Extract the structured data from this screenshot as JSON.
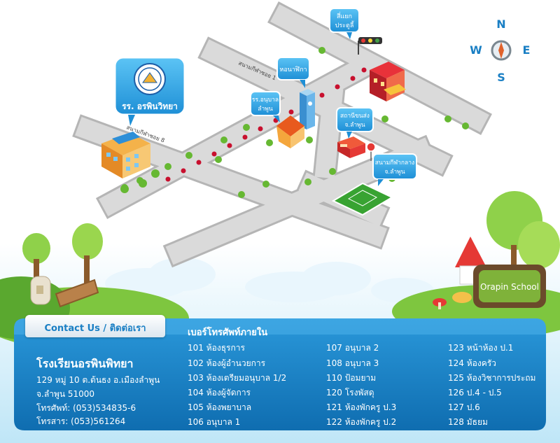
{
  "map": {
    "school_label": "รร. อรพินวิทยา",
    "road_top_label": "สนามกีฬาซอย 1",
    "road_left_label": "สนามกีฬาซอย 8",
    "callouts": [
      {
        "id": "intersection",
        "line1": "สี่แยก",
        "line2": "ประตูลี้"
      },
      {
        "id": "hall",
        "line1": "หอนาฬิกา",
        "line2": ""
      },
      {
        "id": "kindergarten",
        "line1": "รร.อนุบาล",
        "line2": "ลำพูน"
      },
      {
        "id": "bus-station",
        "line1": "สถานีขนส่ง",
        "line2": "จ.ลำพูน"
      },
      {
        "id": "stadium",
        "line1": "สนามกีฬากลาง",
        "line2": "จ.ลำพูน"
      }
    ],
    "compass": {
      "n": "N",
      "s": "S",
      "e": "E",
      "w": "W"
    },
    "sign_label": "Orapin School"
  },
  "contact": {
    "tab_label": "Contact Us / ติดต่อเรา",
    "school_name": "โรงเรียนอรพินพิทยา",
    "address_line1": "129 หมู่ 10 ต.ต้นธง อ.เมืองลำพูน",
    "address_line2": "จ.ลำพูน 51000",
    "phone": "โทรศัพท์: (053)534835-6",
    "fax": "โทรสาร: (053)561264",
    "extensions_title": "เบอร์โทรศัพท์ภายใน",
    "extensions": [
      [
        "101 ห้องธุรการ",
        "102 ห้องผู้อำนวยการ",
        "103 ห้องเตรียมอนุบาล 1/2",
        "104 ห้องผู้จัดการ",
        "105 ห้องพยาบาล",
        "106 อนุบาล 1"
      ],
      [
        "107 อนุบาล 2",
        "108 อนุบาล 3",
        "110 ป้อมยาม",
        "120 โรงพัสดุ",
        "121 ห้องพักครู ป.3",
        "122 ห้องพักครู ป.2"
      ],
      [
        "123 หน้าห้อง ป.1",
        "124 ห้องครัว",
        "125 ห้องวิชาการประถม",
        "126 ป.4 - ป.5",
        "127 ป.6",
        "128 มัธยม"
      ]
    ]
  },
  "colors": {
    "road": "#d9d9d9",
    "road_edge": "#b3b3b3",
    "callout": "#2aa3e8",
    "panel": "#1a7fc4",
    "grass": "#7ec63f",
    "marker": "#c8102e"
  }
}
